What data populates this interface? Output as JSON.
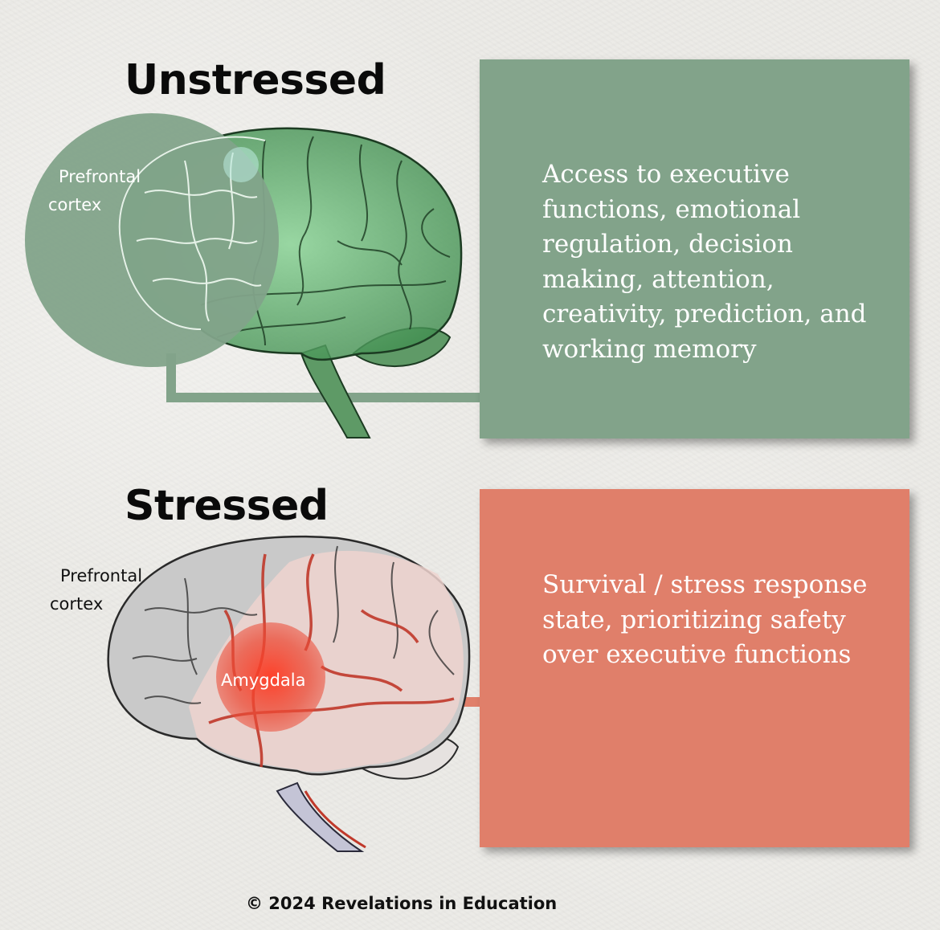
{
  "sections": {
    "unstressed": {
      "title": "Unstressed",
      "region_label_line1": "Prefrontal",
      "region_label_line2": "cortex",
      "description": "Access to executive functions, emotional regulation, decision making, attention, creativity, prediction, and working memory",
      "color": "#82a38a"
    },
    "stressed": {
      "title": "Stressed",
      "region_label_line1": "Prefrontal",
      "region_label_line2": "cortex",
      "amygdala_label": "Amygdala",
      "description": "Survival / stress response state, prioritizing safety over executive functions",
      "color": "#e07f6a"
    }
  },
  "footer": "© 2024 Revelations in Education"
}
